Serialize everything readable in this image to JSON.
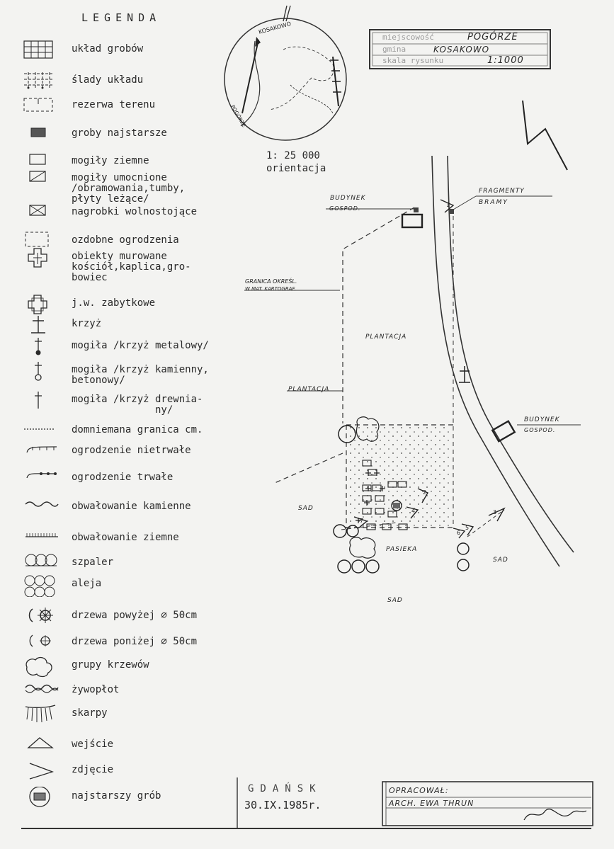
{
  "legend": {
    "title": "LEGENDA",
    "items": [
      {
        "icon": "grid-icon",
        "label": "układ grobów"
      },
      {
        "icon": "grid-trace-icon",
        "label": "ślady układu"
      },
      {
        "icon": "reserve-dashed-icon",
        "label": "rezerwa terenu"
      },
      {
        "icon": "filled-block-icon",
        "label": "groby najstarsze"
      },
      {
        "icon": "rectangle-icon",
        "label": "mogiły ziemne"
      },
      {
        "icon": "rectangle-diagonal-icon",
        "label": "mogiły umocnione\n/obramowania,tumby,\npłyty leżące/"
      },
      {
        "icon": "rectangle-cross-icon",
        "label": "nagrobki wolnostojące"
      },
      {
        "icon": "dashed-rectangle-icon",
        "label": "ozdobne ogrodzenia"
      },
      {
        "icon": "church-cross-icon",
        "label": "obiekty murowane\nkościół,kaplica,gro-\nbowiec"
      },
      {
        "icon": "church-cross-heritage-icon",
        "label": "j.w. zabytkowe"
      },
      {
        "icon": "cross-icon",
        "label": "krzyż"
      },
      {
        "icon": "metal-cross-grave-icon",
        "label": "mogiła /krzyż metalowy/"
      },
      {
        "icon": "stone-cross-grave-icon",
        "label": "mogiła /krzyż kamienny,\nbetonowy/"
      },
      {
        "icon": "wooden-cross-icon",
        "label": "mogiła /krzyż drewnia-\n              ny/"
      },
      {
        "icon": "dotted-line-icon",
        "label": "domniemana granica cm."
      },
      {
        "icon": "fence-temporary-icon",
        "label": "ogrodzenie nietrwałe"
      },
      {
        "icon": "fence-permanent-icon",
        "label": "ogrodzenie trwałe"
      },
      {
        "icon": "stone-embankment-icon",
        "label": "obwałowanie kamienne"
      },
      {
        "icon": "earth-embankment-icon",
        "label": "obwałowanie ziemne"
      },
      {
        "icon": "tree-row-icon",
        "label": "szpaler"
      },
      {
        "icon": "alley-icon",
        "label": "aleja"
      },
      {
        "icon": "large-tree-icon",
        "label": "drzewa powyżej ∅ 50cm"
      },
      {
        "icon": "small-tree-icon",
        "label": "drzewa poniżej ∅ 50cm"
      },
      {
        "icon": "shrub-group-icon",
        "label": "grupy krzewów"
      },
      {
        "icon": "hedge-icon",
        "label": "żywopłot"
      },
      {
        "icon": "slope-icon",
        "label": "skarpy"
      },
      {
        "icon": "entrance-triangle-icon",
        "label": "wejście"
      },
      {
        "icon": "photo-angle-icon",
        "label": "zdjęcie"
      },
      {
        "icon": "oldest-grave-icon",
        "label": "najstarszy grób"
      }
    ]
  },
  "orientation": {
    "scale": "1: 25 000",
    "caption": "orientacja",
    "place_top": "KOSAKOWO",
    "place_bottom": "POGÓRZE"
  },
  "title_block": {
    "row1_label": "miejscowość",
    "row1_value": "POGÓRZE",
    "row2_label": "gmina",
    "row2_value": "KOSAKOWO",
    "row3_label": "skala rysunku",
    "row3_value": "1:1000"
  },
  "map_labels": {
    "building_top": "BUDYNEK",
    "building_top_sub": "GOSPOD.",
    "gate": "FRAGMENTY",
    "gate_sub": "BRAMY",
    "boundary": "GRANICA OKREŚL.",
    "boundary_sub": "W MAT. KARTOGRAF.",
    "plantation_1": "PLANTACJA",
    "plantation_2": "PLANTACJA",
    "building_right": "BUDYNEK",
    "building_right_sub": "GOSPOD.",
    "orchard_left": "SAD",
    "apiary": "PASIEKA",
    "orchard_right": "SAD",
    "orchard_bottom": "SAD",
    "photo_1": "1",
    "photo_2": "2",
    "photo_3": "3",
    "photo_4": "4",
    "photo_5": "5",
    "photo_6": "6",
    "photo_7": "7"
  },
  "footer": {
    "city": "GDAŃSK",
    "date": "30.IX.1985r.",
    "prepared_label": "OPRACOWAŁ:",
    "author": "ARCH. EWA THRUN"
  },
  "colors": {
    "ink": "#2a2a2a",
    "paper": "#f3f3f1"
  }
}
